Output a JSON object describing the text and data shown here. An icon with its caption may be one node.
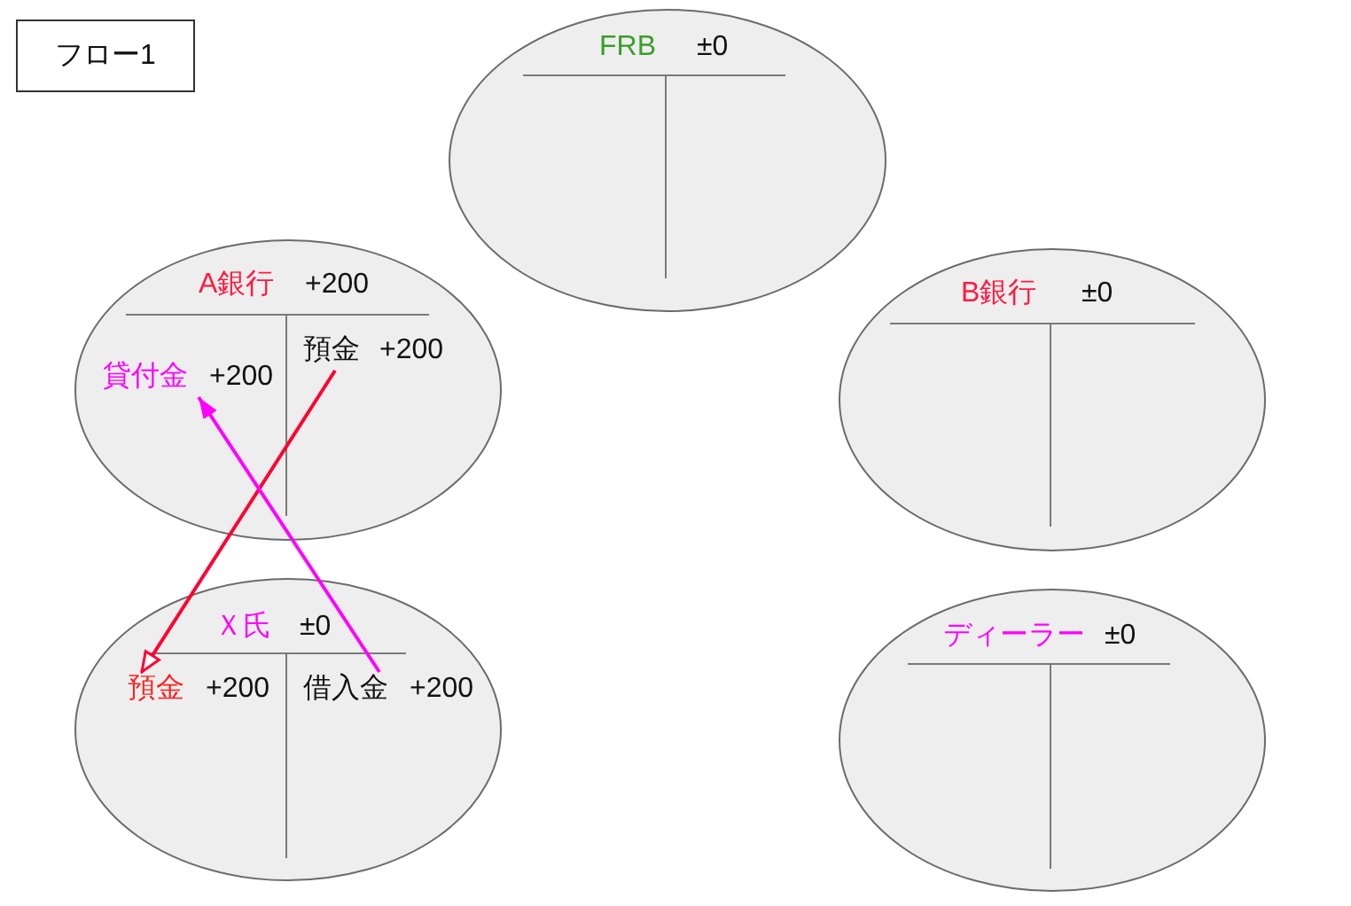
{
  "diagram": {
    "nodes": [
      {
        "text": [
          "フロー1"
        ]
      },
      {
        "text": [
          "FRB",
          "±0"
        ]
      },
      {
        "text": [
          "A銀行",
          "+200"
        ]
      },
      {
        "text": [
          "貸付金",
          "+200"
        ],
        "in": 2
      },
      {
        "text": [
          "預金",
          "+200"
        ],
        "in": 2
      },
      {
        "text": [
          "B銀行",
          "±0"
        ]
      },
      {
        "text": [
          "Ｘ氏",
          "±0"
        ]
      },
      {
        "text": [
          "預金",
          "+200"
        ],
        "in": 6
      },
      {
        "text": [
          "借入金",
          "+200"
        ],
        "in": 6
      },
      {
        "text": [
          "ディーラー",
          "±0"
        ]
      }
    ],
    "edges": [
      {
        "from": 4,
        "to": 7,
        "arrow": "to",
        "color": "#ff0033"
      },
      {
        "from": 8,
        "to": 3,
        "arrow": "to",
        "color": "#ff00ff"
      }
    ]
  }
}
